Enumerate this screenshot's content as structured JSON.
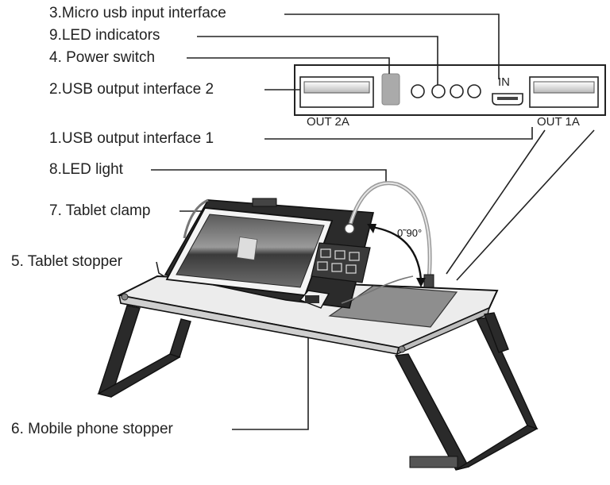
{
  "labels": {
    "micro_usb": "3.Micro usb input interface",
    "led_indicators": "9.LED indicators",
    "power_switch": "4. Power switch",
    "usb_out_2": "2.USB output interface 2",
    "usb_out_1": "1.USB output interface 1",
    "led_light": "8.LED light",
    "tablet_clamp": "7. Tablet clamp",
    "tablet_stopper": "5. Tablet stopper",
    "phone_stopper": "6. Mobile phone stopper"
  },
  "panel": {
    "out2": "OUT 2A",
    "in": "IN",
    "out1": "OUT 1A"
  },
  "angle": "0˜90°"
}
